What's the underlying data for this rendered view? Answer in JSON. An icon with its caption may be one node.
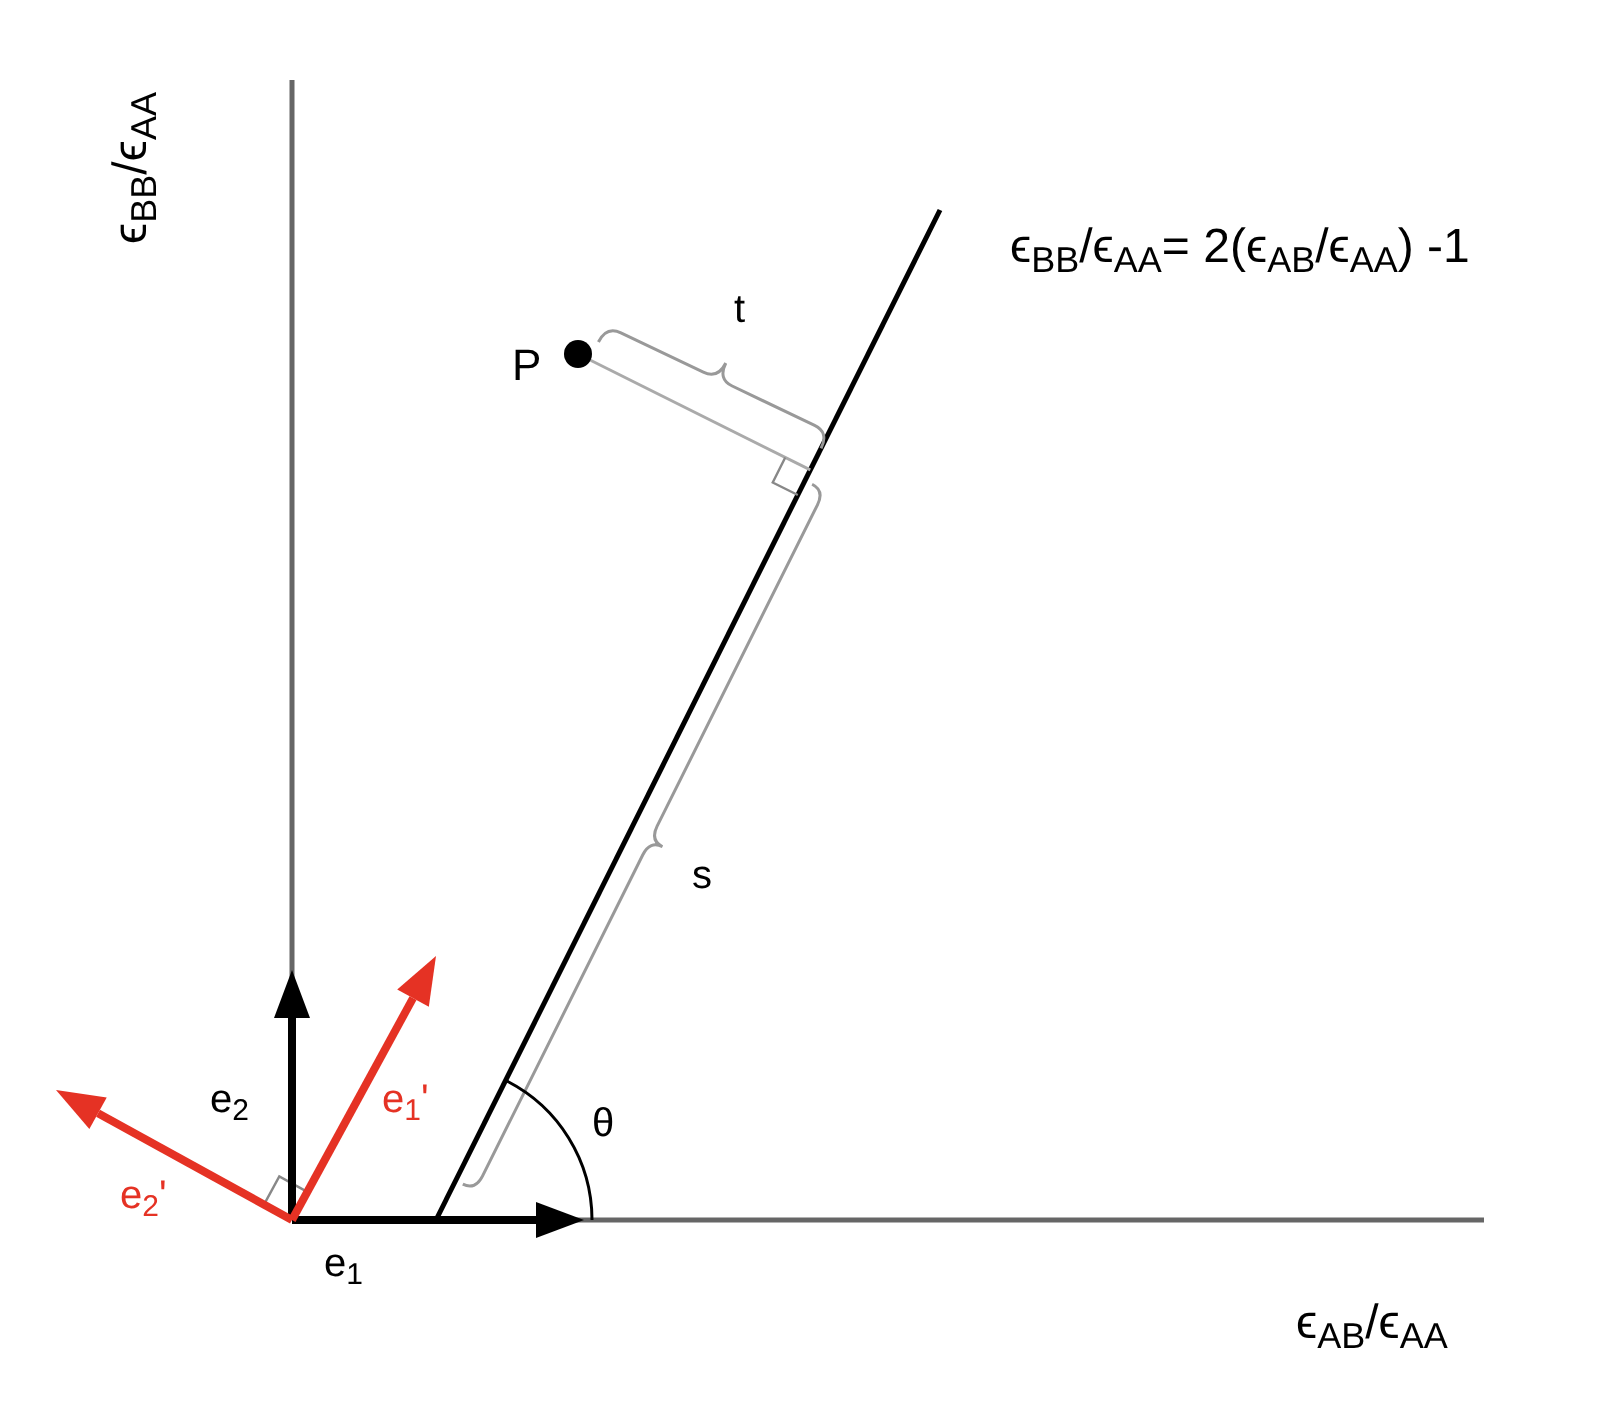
{
  "diagram": {
    "labels": [
      "ϵ$_{BB}$/ϵ$_{AA}$",
      "ϵ$_{BB}$/ϵ$_{AA}$= 2(ϵ$_{AB}$/ϵ$_{AA}$) -1",
      "P",
      "t",
      "s",
      "θ",
      "e$_{2}$",
      "e$_{1}$'",
      "e$_{2}$'",
      "e$_{1}$",
      "ϵ$_{AB}$/ϵ$_{AA}$"
    ]
  }
}
